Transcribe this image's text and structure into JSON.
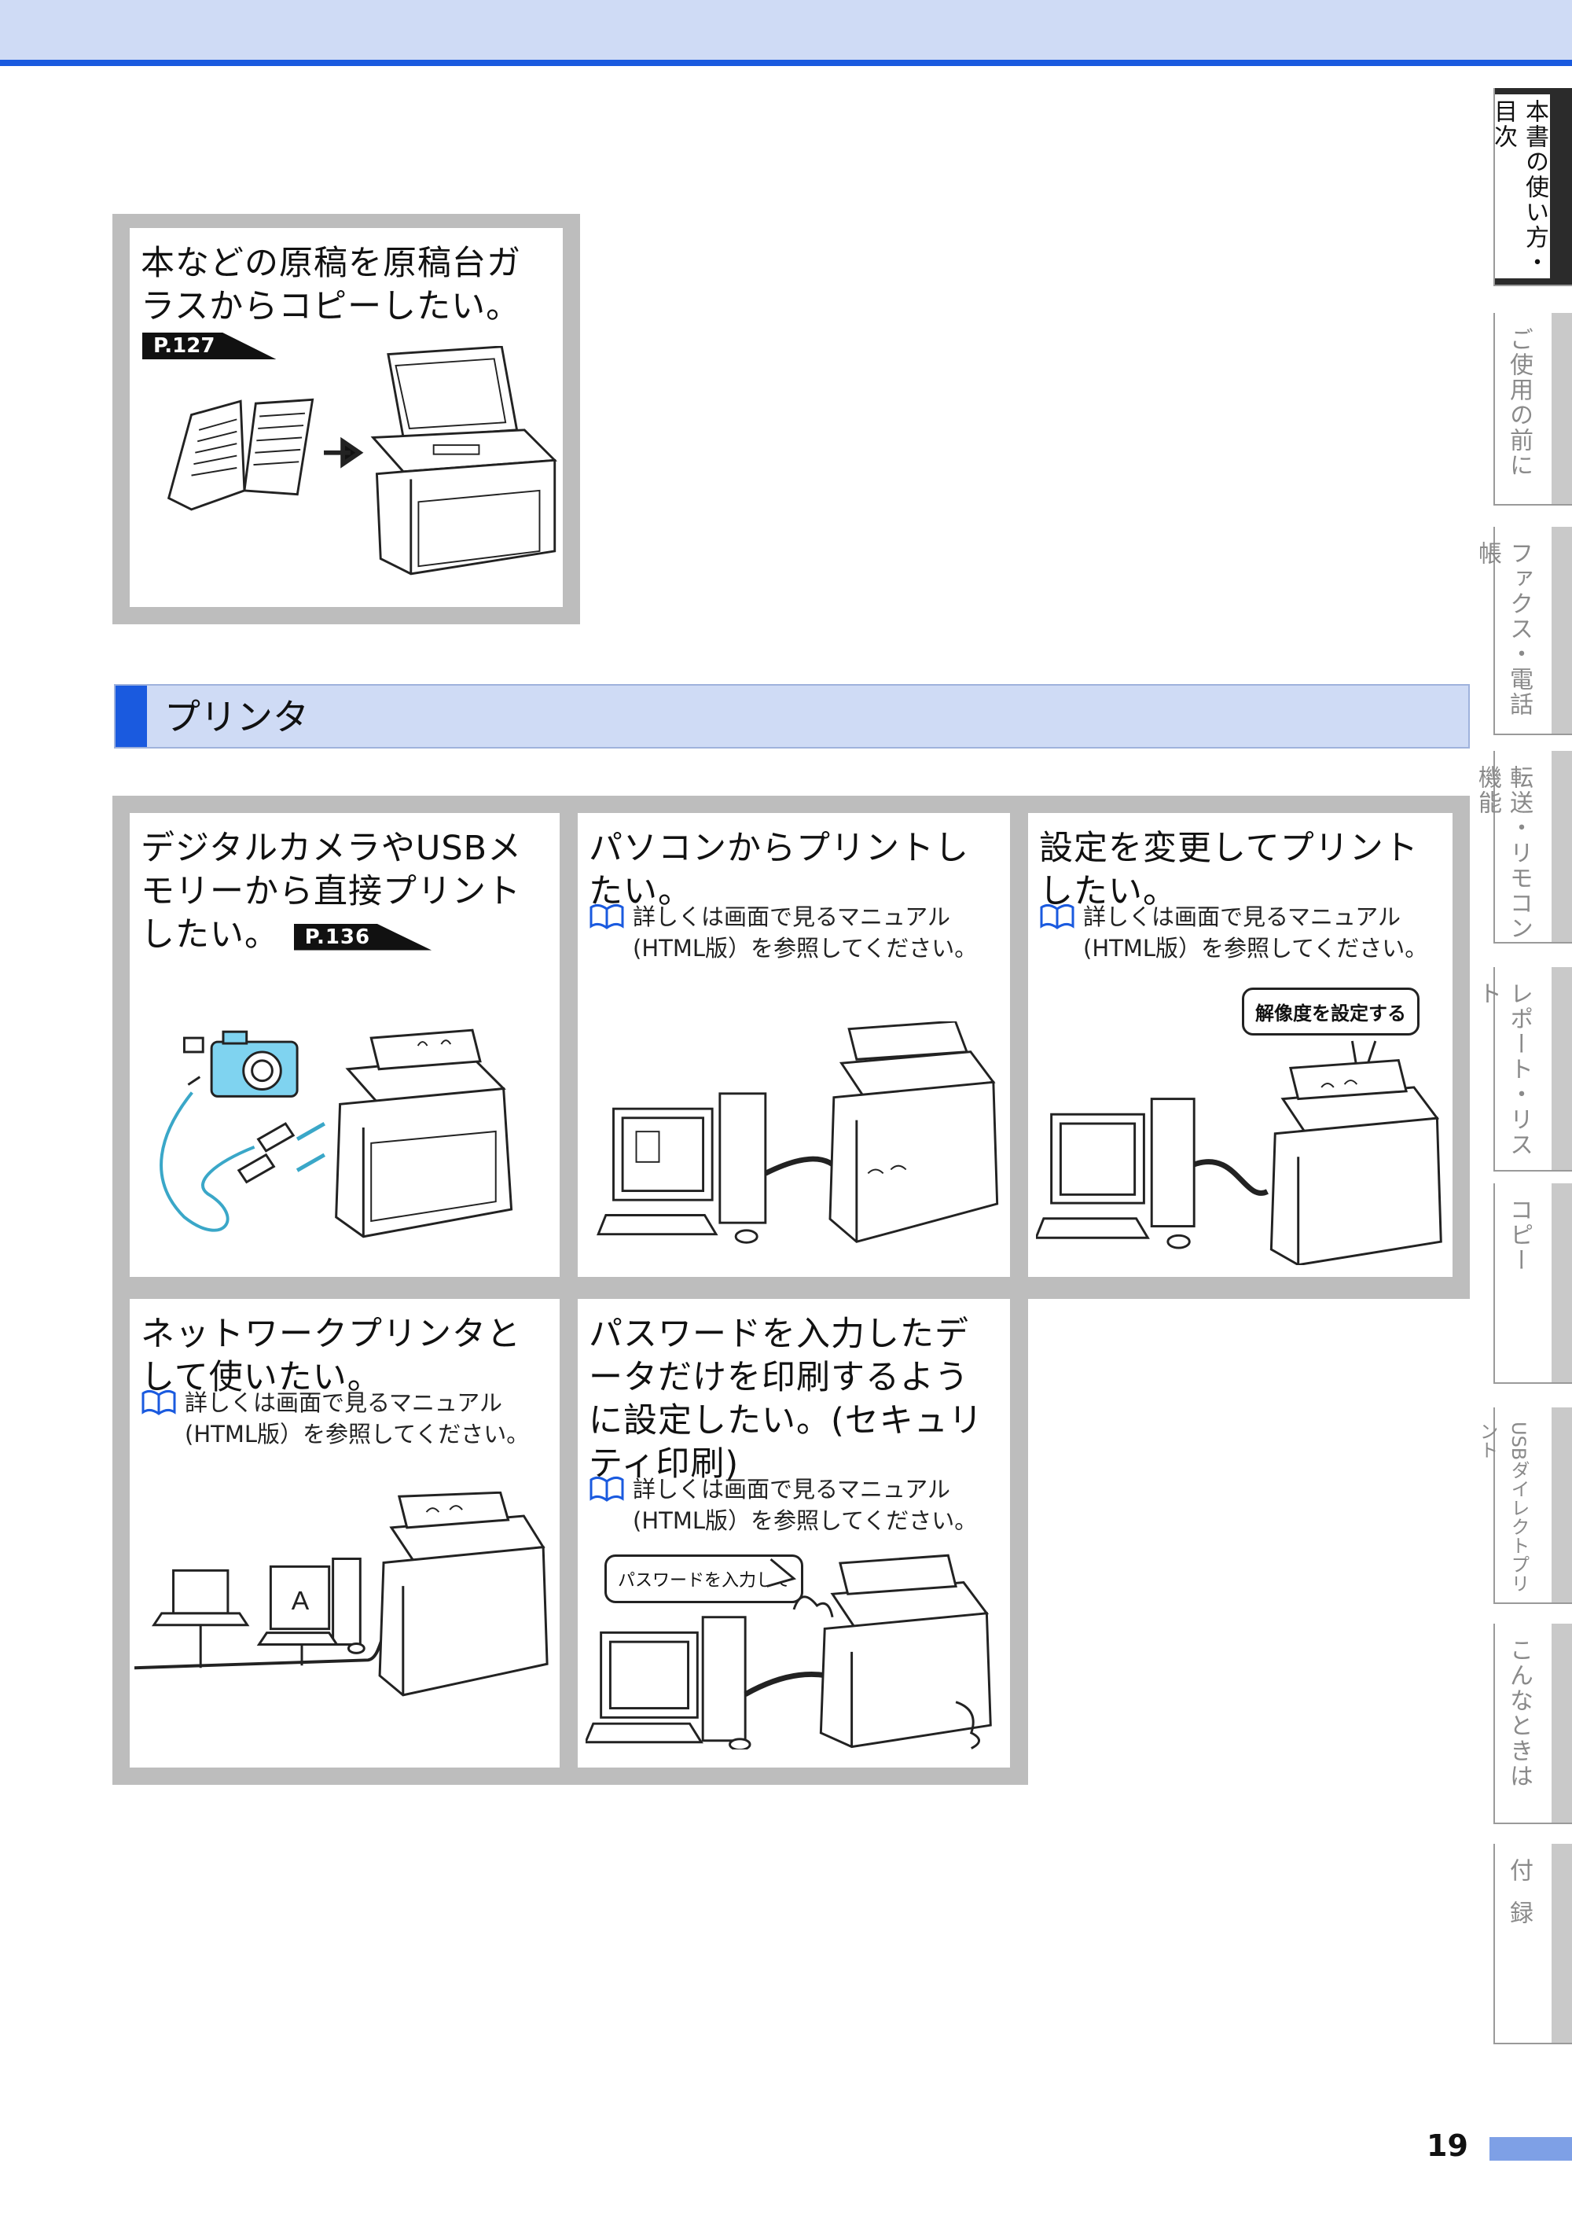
{
  "tabs": [
    {
      "label": "本書の使い方・目次",
      "active": true
    },
    {
      "label": "ご使用の前に",
      "active": false
    },
    {
      "label": "ファクス・電話帳",
      "active": false
    },
    {
      "label": "転送・リモコン機能",
      "active": false
    },
    {
      "label": "レポート・リスト",
      "active": false
    },
    {
      "label": "コピー",
      "active": false
    },
    {
      "label": "USBダイレクトプリント",
      "active": false
    },
    {
      "label": "こんなときは",
      "active": false
    },
    {
      "label": "付録",
      "active": false
    }
  ],
  "copy_card": {
    "title": "本などの原稿を原稿台ガラスからコピーしたい。",
    "ref": "P.127"
  },
  "section": {
    "title": "プリンタ"
  },
  "printer_cards": [
    {
      "title": "デジタルカメラやUSBメモリーから直接プリントしたい。",
      "ref": "P.136"
    },
    {
      "title": "パソコンからプリントしたい。",
      "note_line1": "詳しくは画面で見るマニュアル",
      "note_line2": "(HTML版）を参照してください。"
    },
    {
      "title": "設定を変更してプリントしたい。",
      "note_line1": "詳しくは画面で見るマニュアル",
      "note_line2": "(HTML版）を参照してください。",
      "bubble": "解像度を設定する"
    },
    {
      "title": "ネットワークプリンタとして使いたい。",
      "note_line1": "詳しくは画面で見るマニュアル",
      "note_line2": "(HTML版）を参照してください。",
      "screen_letter": "A"
    },
    {
      "title": "パスワードを入力したデータだけを印刷するように設定したい。(セキュリティ印刷)",
      "note_line1": "詳しくは画面で見るマニュアル",
      "note_line2": "(HTML版）を参照してください。",
      "bubble": "パスワードを入力して"
    }
  ],
  "page_number": "19",
  "colors": {
    "accent": "#1a5adf",
    "band": "#cfdbf5",
    "frame": "#bdbdbd",
    "camera": "#7fd3f0"
  }
}
